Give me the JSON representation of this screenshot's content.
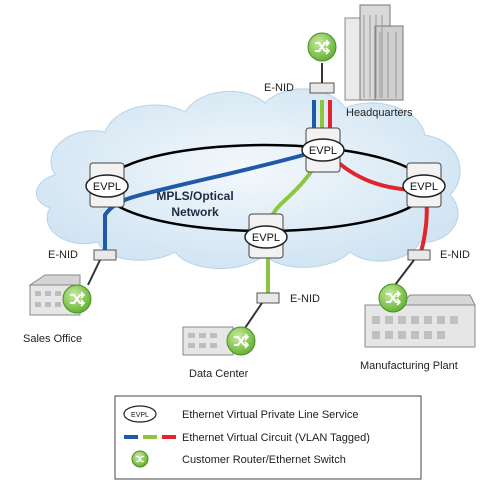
{
  "network": {
    "label_line1": "MPLS/Optical",
    "label_line2": "Network"
  },
  "sites": {
    "headquarters": "Headquarters",
    "sales_office": "Sales Office",
    "data_center": "Data Center",
    "manufacturing": "Manufacturing Plant"
  },
  "enid_label": "E-NID",
  "evpl_label": "EVPL",
  "legend": {
    "evpl_symbol": "EVPL",
    "item1": "Ethernet Virtual Private Line Service",
    "item2": "Ethernet Virtual Circuit (VLAN Tagged)",
    "item3": "Customer Router/Ethernet Switch"
  },
  "colors": {
    "blue": "#1f5aa6",
    "green": "#8cc63e",
    "red": "#e0262c",
    "cloud": "#dcebf6",
    "router_green": "#7ec242"
  }
}
